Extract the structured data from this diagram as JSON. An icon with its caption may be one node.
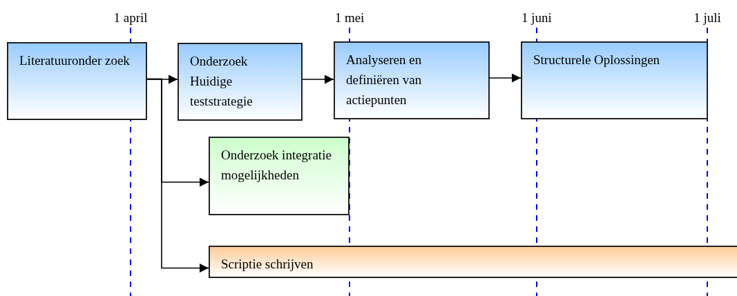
{
  "diagram": {
    "nodes": [
      {
        "text": [
          "Literatuuronder zoek"
        ]
      },
      {
        "text": [
          "Onderzoek Huidige teststrategie"
        ]
      },
      {
        "text": [
          "Analyseren en definiëren van actiepunten"
        ]
      },
      {
        "text": [
          "Structurele Oplossingen"
        ]
      },
      {
        "text": [
          "Onderzoek integratie mogelijkheden"
        ]
      },
      {
        "text": [
          "Scriptie schrijven"
        ]
      }
    ],
    "edges": [
      {
        "from": 0,
        "to": 1,
        "arrow": "to"
      },
      {
        "from": 1,
        "to": 2,
        "arrow": "to"
      },
      {
        "from": 2,
        "to": 3,
        "arrow": "to"
      },
      {
        "from": 0,
        "to": 4,
        "arrow": "to"
      },
      {
        "from": 0,
        "to": 5,
        "arrow": "to"
      }
    ],
    "labels": [
      "1 april",
      "1 mei",
      "1 juni",
      "1 juli"
    ]
  }
}
